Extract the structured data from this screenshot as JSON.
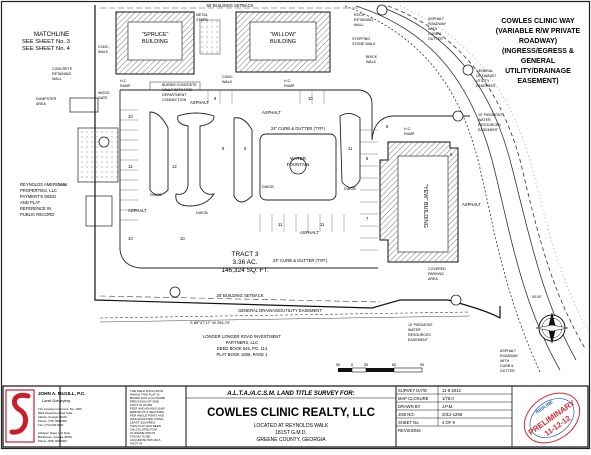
{
  "plan": {
    "matchline": [
      "MATCHLINE",
      "SEE SHEET No. 3",
      "SEE SHEET No. 4"
    ],
    "buildings": {
      "spruce": [
        "\"SPRUCE\"",
        "BUILDING"
      ],
      "willow": [
        "\"WILLOW\"",
        "BUILDING"
      ],
      "yew": "\"YEW\" BUILDING"
    },
    "road_title": [
      "COWLES CLINIC WAY",
      "(VARIABLE R/W PRIVATE",
      "ROADWAY)",
      "(INGRESS/EGRESS &",
      "GENERAL",
      "UTILITY/DRAINAGE",
      "EASEMENT)"
    ],
    "tract": [
      "TRACT 3",
      "3.36 AC.",
      "146,324 SQ. FT."
    ],
    "water_fountain": [
      "WATER",
      "FOUNTAIN"
    ],
    "adjoiner": [
      "REYNOLDS AMERICAN",
      "PROPERTIES, LLC",
      "PAYMENT'S DEED",
      "AND PLAT",
      "REFERENCE IN",
      "PUBLIC RECORD"
    ],
    "lender": [
      "LONGER LONGER ROAD INVESTMENT",
      "PARTNERS, LLC",
      "DEED BOOK 545, PG. 114",
      "PLAT BOOK 1936, PAGE 1"
    ],
    "asphalt": "ASPHALT",
    "dwcb": "DWCB",
    "curb": "24\" CURB & GUTTER (TYP.)",
    "setback_top": "50' BUILDING SETBACK",
    "setback_bottom": "20' BUILDING SETBACK",
    "drainage": "GENERAL DRAINAGE/UTILITY EASEMENT",
    "small_labels": {
      "metal_steps": [
        "METAL",
        "STEPS"
      ],
      "retaining_wall": [
        "ROCK",
        "RETAINING",
        "WALL"
      ],
      "concrete_walk": [
        "CONC.",
        "WALK"
      ],
      "stone_walk": [
        "STEPPING",
        "STONE WALK"
      ],
      "brick_walk": [
        "BRICK",
        "WALK"
      ],
      "hc_ramp": [
        "H.C.",
        "RAMP"
      ],
      "dumpster": [
        "DUMPSTER",
        "AREA"
      ],
      "concrete_pad": [
        "CONCRETE",
        "RETAINING",
        "WALL"
      ],
      "wood_gate": [
        "WOOD",
        "GATE"
      ],
      "covered_parking": [
        "COVERED",
        "PARKING",
        "AREA"
      ],
      "asphalt_roadway": [
        "ASPHALT",
        "ROADWAY",
        "WITH",
        "CURB &",
        "GUTTER"
      ],
      "easement_10": [
        "10' PIEDMONT",
        "WATER",
        "RESOURCES",
        "EASEMENT"
      ],
      "gutter_easement": [
        "GENERAL",
        "DRAINAGE/",
        "UTILITY",
        "EASEMENT"
      ],
      "buried_vault": [
        "BURIED CONCRETE",
        "VAULT WITH FIRE",
        "DEPARTMENT",
        "CONNECTION"
      ],
      "fifty": "50.00'",
      "bearing": "S 89°47'17\" W 294.70'",
      "north": "N"
    },
    "parking_counts": [
      "10",
      "12",
      "12",
      "9",
      "6",
      "8",
      "10",
      "11",
      "6",
      "7",
      "11",
      "11",
      "10",
      "10",
      "9",
      "5"
    ]
  },
  "scale": {
    "ticks": [
      "30",
      "0",
      "30",
      "60",
      "90"
    ]
  },
  "title_block": {
    "firm": {
      "name": "JOHN A. McGILL, P.C.",
      "subtitle": "Land Surveying",
      "lines": [
        "The Crossing Commons, Ste. 1000",
        "3901 Peachtree Road Suite",
        "Atlanta, Georgia 30319",
        "Phone: (770) 000-0000",
        "Fax: (770) 000-0000",
        "",
        "Arlington Road, Unit Suite",
        "Brickhouse, Georgia 30516",
        "Phone: (000) 000-0000"
      ]
    },
    "notes": [
      "THE FIELD DATA UPON",
      "WHICH THIS PLAT IS",
      "BASED HAS A CLOSURE",
      "PRECISION OF ONE",
      "FOOT IN 26,000",
      "FEET AND AN ANGULAR",
      "ERROR OF 4 SECONDS",
      "PER ANGLE POINT AND",
      "WAS ADJUSTED USING",
      "LEAST SQUARES.",
      "THIS PLAT HAS BEEN",
      "CALCULATED FOR",
      "CLOSURE AND IS",
      "FOUND TO BE",
      "ACCURATE WITHIN A",
      "FOOT IN"
    ],
    "header": "A.L.T.A./A.C.S.M. LAND TITLE SURVEY FOR:",
    "client": "COWLES CLINIC REALTY, LLC",
    "location": [
      "LOCATED AT REYNOLDS WALK",
      "181ST G.M.D.",
      "GREENE COUNTY, GEORGIA"
    ],
    "info": [
      {
        "label": "SURVEY DATE",
        "value": "11-8-2012"
      },
      {
        "label": "MAP CLOSURE",
        "value": "1/78.0"
      },
      {
        "label": "DRAWN BY",
        "value": "J.P.M."
      },
      {
        "label": "JOB NO.",
        "value": "2012-1298"
      },
      {
        "label": "SHEET No.",
        "value": "4  OF  9"
      },
      {
        "label": "REVISIONS",
        "value": ""
      }
    ],
    "stamp": {
      "ring": "REDLINE",
      "text": "PRELIMINARY",
      "date": "11-12-12"
    }
  },
  "colors": {
    "ink": "#1a1a1a",
    "hatch": "#777777",
    "logo_red": "#c8202a",
    "stamp_red": "#d6282f",
    "stamp_blue": "#2a5fb0"
  }
}
